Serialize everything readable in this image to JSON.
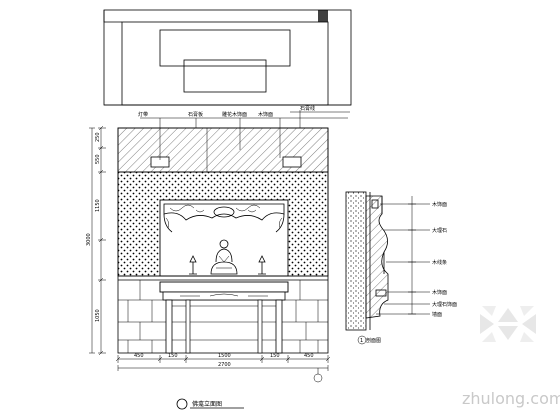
{
  "drawing": {
    "elevation_title": "佛龛立面图",
    "section_title": "剖面图",
    "section_number": "1"
  },
  "callouts_top": [
    "灯带",
    "石膏板",
    "雕花木饰面",
    "木饰面",
    "石膏线"
  ],
  "callouts_right": [
    "木饰面",
    "大理石",
    "木线条",
    "木饰面",
    "大理石饰面",
    "墙面"
  ],
  "dims_bottom": [
    "450",
    "150",
    "1500",
    "150",
    "450",
    "2700"
  ],
  "dims_left": [
    "250",
    "550",
    "1150",
    "1050",
    "3000"
  ],
  "watermark": "zhulong.com"
}
